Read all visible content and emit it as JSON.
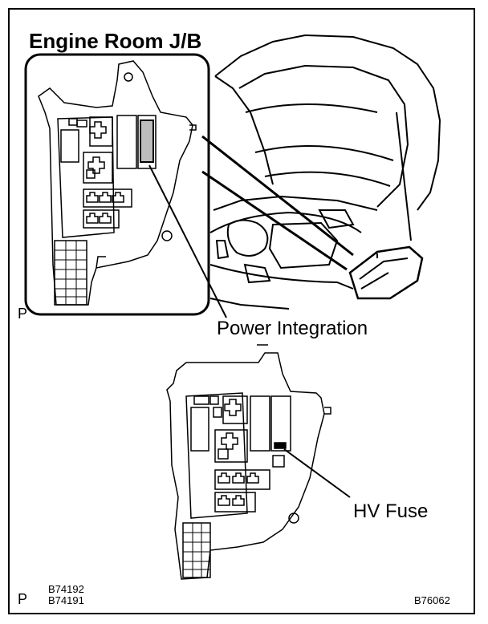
{
  "title": "Engine Room J/B",
  "callouts": {
    "power_integration": "Power Integration",
    "hv_fuse": "HV Fuse"
  },
  "markers": {
    "top_p": "P",
    "bottom_p": "P"
  },
  "codes": {
    "code_1": "B74192",
    "code_2": "B74191",
    "code_3": "B76062"
  }
}
